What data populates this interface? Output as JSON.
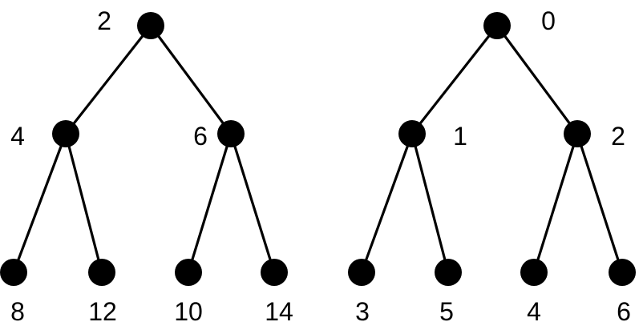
{
  "trees": [
    {
      "nodes": [
        {
          "id": "root",
          "label": "2"
        },
        {
          "id": "l",
          "label": "4"
        },
        {
          "id": "r",
          "label": "6"
        },
        {
          "id": "ll",
          "label": "8"
        },
        {
          "id": "lr",
          "label": "12"
        },
        {
          "id": "rl",
          "label": "10"
        },
        {
          "id": "rr",
          "label": "14"
        }
      ],
      "edges": [
        [
          "root",
          "l"
        ],
        [
          "root",
          "r"
        ],
        [
          "l",
          "ll"
        ],
        [
          "l",
          "lr"
        ],
        [
          "r",
          "rl"
        ],
        [
          "r",
          "rr"
        ]
      ]
    },
    {
      "nodes": [
        {
          "id": "root",
          "label": "0"
        },
        {
          "id": "l",
          "label": "1"
        },
        {
          "id": "r",
          "label": "2"
        },
        {
          "id": "ll",
          "label": "3"
        },
        {
          "id": "lr",
          "label": "5"
        },
        {
          "id": "rl",
          "label": "4"
        },
        {
          "id": "rr",
          "label": "6"
        }
      ],
      "edges": [
        [
          "root",
          "l"
        ],
        [
          "root",
          "r"
        ],
        [
          "l",
          "ll"
        ],
        [
          "l",
          "lr"
        ],
        [
          "r",
          "rl"
        ],
        [
          "r",
          "rr"
        ]
      ]
    }
  ]
}
